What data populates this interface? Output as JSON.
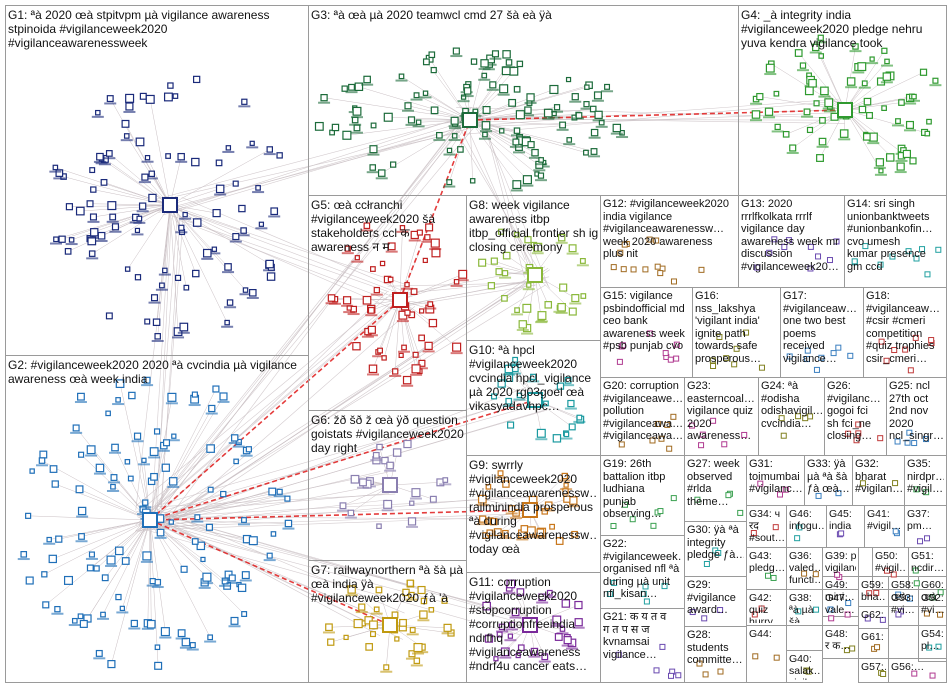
{
  "groups": [
    {
      "id": "G1",
      "label": "G1: ªà 2020 œà stpitvpm µà vigilance awareness\nstpinoida #vigilanceweek2020\n#vigilanceawarenessweek"
    },
    {
      "id": "G2",
      "label": "G2: #vigilanceweek2020 2020 ªà cvcindia µà vigilance\nawareness œà week india"
    },
    {
      "id": "G3",
      "label": "G3: ªà œà µà 2020 teamwcl cmd 27 šà eà ÿà"
    },
    {
      "id": "G4",
      "label": "G4: _à integrity india\n#vigilanceweek2020 pledge nehru\nyuva kendra vigilance took"
    },
    {
      "id": "G5",
      "label": "G5: œà ccłranchi\n#vigilanceweek2020 šà\nstakeholders ccl क\nawareness न म"
    },
    {
      "id": "G6",
      "label": "G6: žð šð ž œà ÿð question\ngoistats #vigilanceweek2020\nday right"
    },
    {
      "id": "G7",
      "label": "G7: railwaynorthern ªà šà µà\nœà india ÿà\n#vigilanceweek2020 ƒà 'à"
    },
    {
      "id": "G8",
      "label": "G8: week vigilance\nawareness itbp\nitbp_official frontier sh ig\nclosing ceremony"
    },
    {
      "id": "G9",
      "label": "G9: swrrly\n#vigilanceweek2020\n#vigilanceawarenessw…\nrailminindia prosperous\nªà during\n#vigilanceawarenessw…\ntoday œà"
    },
    {
      "id": "G10",
      "label": "G10: ªà hpcl\n#vigilanceweek2020\ncvcindia hpcl_vigilance\nµà 2020 rg03goel œà\nvikasyadavhpc…"
    },
    {
      "id": "G11",
      "label": "G11: corruption\n#vigilanceweek2020\n#stopcorruption\n#corruptionfreeindia\nndrfhq\n#vigilanceawareness\n#ndrf4u cancer eats…"
    },
    {
      "id": "G12",
      "label": "G12: #vigilanceweek2020\nindia vigilance\n#vigilanceawarenessw…\nweek 2020 awareness\nplus nit"
    },
    {
      "id": "G13",
      "label": "G13: 2020\nrrrlfkolkata rrrlf\nvigilance day\nawareness week mr\ndiscussion\n#vigilanceweek20…"
    },
    {
      "id": "G14",
      "label": "G14: sri singh\nunionbanktweets\n#unionbankofin…\ncvo umesh\nkumar presence\ngm ccd"
    },
    {
      "id": "G15",
      "label": "G15: vigilance\npsbindofficial md\nceo bank\nawareness week\n#psb punjab cvo"
    },
    {
      "id": "G16",
      "label": "G16:\nnss_lakshya\n'vigilant india'\nignite path\ntowards safe\nprosperous…"
    },
    {
      "id": "G17",
      "label": "G17:\n#vigilanceaw…\none two best\npoems\nreceived\nvigilance…"
    },
    {
      "id": "G18",
      "label": "G18:\n#vigilanceaw…\n#csir #cmeri\ncompetition\n#quiz trophies\ncsir_cmeri…"
    },
    {
      "id": "G19",
      "label": "G19: 26th\nbattalion itbp\nludhiana\npunjab\nobserving…"
    },
    {
      "id": "G20",
      "label": "G20: corruption\n#vigilanceawe…\npollution\n#vigilanceawa…\n#vigilanceawa…"
    },
    {
      "id": "G21",
      "label": "G21: क य त व\nग त प स ज\nkvnamsai\nvigilance…"
    },
    {
      "id": "G22",
      "label": "G22:\n#vigilanceweek…\norganised nfl ªà\nduring µà unit\nnfl_kisan…"
    },
    {
      "id": "G23",
      "label": "G23:\neasterncoal…\nvigilance quiz\n2020\nawareness…"
    },
    {
      "id": "G24",
      "label": "G24: ªà\n#odisha\nodishavigil…\ncvcindia…"
    },
    {
      "id": "G25",
      "label": "G25: ncl\n27th oct\n2nd nov\n2020\nncl_singr…"
    },
    {
      "id": "G26",
      "label": "G26:\n#vigilanc…\ngogoi fci\nsh fci_ne\nclosing…"
    },
    {
      "id": "G27",
      "label": "G27: week\nobserved\n#rlda\ntheme…"
    },
    {
      "id": "G28",
      "label": "G28:\nstudents\ncommitte…"
    },
    {
      "id": "G29",
      "label": "G29:\n#vigilance\naward…"
    },
    {
      "id": "G30",
      "label": "G30: ÿà ªà\nintegrity\npledge ƒà…"
    },
    {
      "id": "G31",
      "label": "G31:\ntoimumbai\n#vigilanc…"
    },
    {
      "id": "G32",
      "label": "G32:\nbharat\n#vigilan…"
    },
    {
      "id": "G33",
      "label": "G33: ÿà\nµà ªà šà\nƒà œà…"
    },
    {
      "id": "G34",
      "label": "G34: ч\nरद\n#sout…"
    },
    {
      "id": "G35",
      "label": "G35:\nnirdpr…\n#vigil…"
    },
    {
      "id": "G36",
      "label": "G36:\nvaled…\nfuncti…"
    },
    {
      "id": "G37",
      "label": "G37:\npm…"
    },
    {
      "id": "G38",
      "label": "G38:\nªà µà\nšà…"
    },
    {
      "id": "G39",
      "label": "G39: pnb\nvigilanc…"
    },
    {
      "id": "G40",
      "label": "G40:\nsalak…\nvigila…"
    },
    {
      "id": "G41",
      "label": "G41:\n#vigil…"
    },
    {
      "id": "G42",
      "label": "G42:\nquiz\nhurry…"
    },
    {
      "id": "G43",
      "label": "G43:\npledg…"
    },
    {
      "id": "G44",
      "label": "G44:"
    },
    {
      "id": "G45",
      "label": "G45:\nindia"
    },
    {
      "id": "G46",
      "label": "G46:\ninfogu…"
    },
    {
      "id": "G47",
      "label": "G47:\nvale…"
    },
    {
      "id": "G48",
      "label": "G48:\nर क…"
    },
    {
      "id": "G49",
      "label": "G49:\nmini…"
    },
    {
      "id": "G50",
      "label": "G50:\n#vigil…"
    },
    {
      "id": "G51",
      "label": "G51:\nncdir…"
    },
    {
      "id": "G52",
      "label": "G52:\n#vi…"
    },
    {
      "id": "G53",
      "label": "G53:\n#vi…"
    },
    {
      "id": "G54",
      "label": "G54:…\npl…"
    },
    {
      "id": "G56",
      "label": "G56:…"
    },
    {
      "id": "G57",
      "label": "G57:…"
    },
    {
      "id": "G58",
      "label": "G58:\nœà"
    },
    {
      "id": "G59",
      "label": "G59:\nbha…"
    },
    {
      "id": "G60",
      "label": "G60:\nœà"
    },
    {
      "id": "G61",
      "label": "G61:"
    },
    {
      "id": "G62",
      "label": "G62:"
    }
  ],
  "colors": {
    "frame": "#9a9a9a",
    "edge": "#c9bfc3",
    "edge_strong": "#e01b1b",
    "g1_node": "#1a2a7a",
    "g2_node": "#1f6fb8",
    "g3_node": "#1c6b3a",
    "g4_node": "#2f9a2f",
    "g5_node": "#c02020",
    "g6_node": "#8a7fb0",
    "g7_node": "#c09a10",
    "g8_node": "#8ab83a",
    "g9_node": "#c8761a",
    "g10_node": "#1a9aa0",
    "g11_node": "#7a2a9a"
  }
}
